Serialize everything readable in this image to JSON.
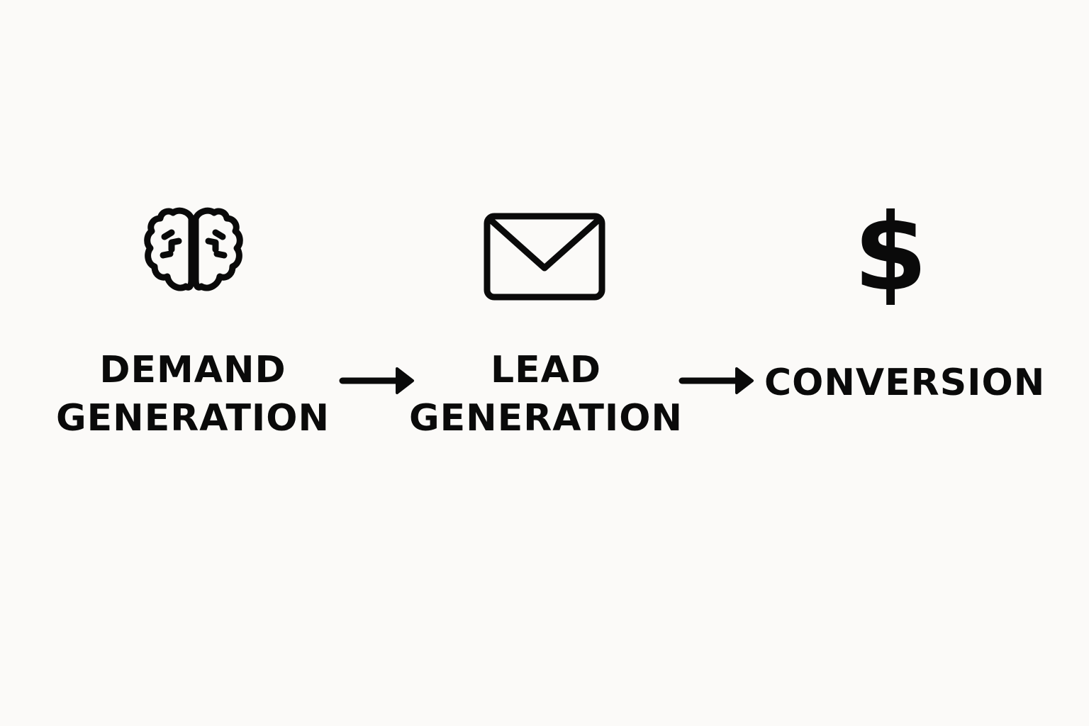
{
  "diagram": {
    "steps": [
      {
        "id": "demand",
        "icon": "brain-icon",
        "label_line1": "DEMAND",
        "label_line2": "GENERATION"
      },
      {
        "id": "lead",
        "icon": "envelope-icon",
        "label_line1": "LEAD",
        "label_line2": "GENERATION"
      },
      {
        "id": "conversion",
        "icon": "dollar-icon",
        "icon_glyph": "$",
        "label_line1": "CONVERSION"
      }
    ],
    "connectors": [
      {
        "from": "demand",
        "to": "lead",
        "icon": "arrow-right-icon"
      },
      {
        "from": "lead",
        "to": "conversion",
        "icon": "arrow-right-icon"
      }
    ],
    "colors": {
      "background": "#fbfaf8",
      "ink": "#0a0a0a"
    }
  }
}
